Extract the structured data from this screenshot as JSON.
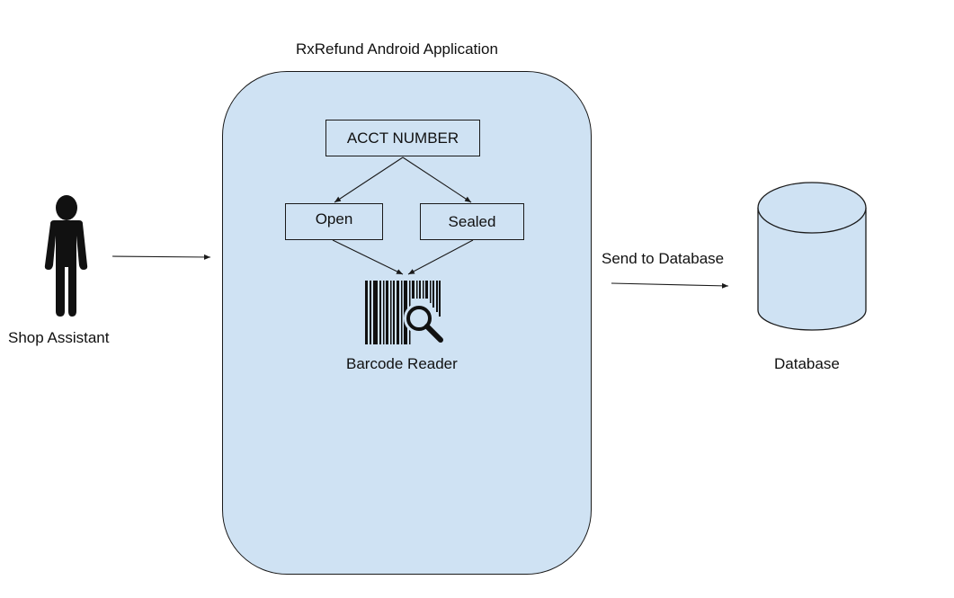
{
  "diagram": {
    "container": {
      "title": "RxRefund Android Application"
    },
    "nodes": {
      "acct_number": "ACCT NUMBER",
      "open": "Open",
      "sealed": "Sealed",
      "barcode_reader": "Barcode Reader"
    },
    "actor": {
      "label": "Shop Assistant",
      "icon": "person-icon"
    },
    "database": {
      "label": "Database",
      "icon": "database-cylinder-icon"
    },
    "edges": [
      {
        "from": "Shop Assistant",
        "to": "RxRefund Android Application",
        "label": ""
      },
      {
        "from": "ACCT NUMBER",
        "to": "Open",
        "label": ""
      },
      {
        "from": "ACCT NUMBER",
        "to": "Sealed",
        "label": ""
      },
      {
        "from": "Open",
        "to": "Barcode Reader",
        "label": ""
      },
      {
        "from": "Sealed",
        "to": "Barcode Reader",
        "label": ""
      },
      {
        "from": "RxRefund Android Application",
        "to": "Database",
        "label": "Send to Database"
      }
    ],
    "send_label": "Send to Database",
    "colors": {
      "fill": "#cfe2f3",
      "stroke": "#1a1a1a",
      "ink": "#111111"
    }
  }
}
